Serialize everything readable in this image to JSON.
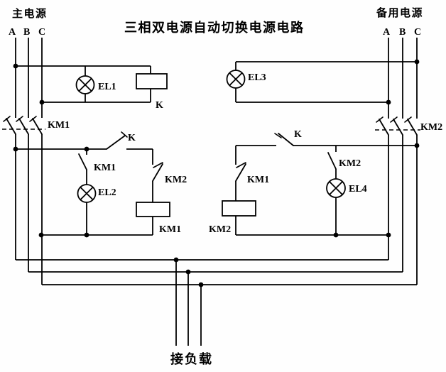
{
  "title": "三相双电源自动切换电源电路",
  "main_supply": {
    "label": "主电源",
    "phase_a": "A",
    "phase_b": "B",
    "phase_c": "C"
  },
  "backup_supply": {
    "label": "备用电源",
    "phase_a": "A",
    "phase_b": "B",
    "phase_c": "C"
  },
  "load": {
    "label": "接负载"
  },
  "labels": {
    "km1_main_contacts": "KM1",
    "km2_main_contacts": "KM2",
    "el1": "EL1",
    "el2": "EL2",
    "el3": "EL3",
    "el4": "EL4",
    "k_coil": "K",
    "k_no_contact": "K",
    "k_nc_contact": "K",
    "km1_no_aux": "KM1",
    "km2_nc_interlock": "KM2",
    "km1_nc_interlock": "KM1",
    "km2_no_aux": "KM2",
    "km1_coil": "KM1",
    "km2_coil": "KM2"
  },
  "colors": {
    "wire": "#000000",
    "background": "#ffffff",
    "text": "#000000"
  }
}
